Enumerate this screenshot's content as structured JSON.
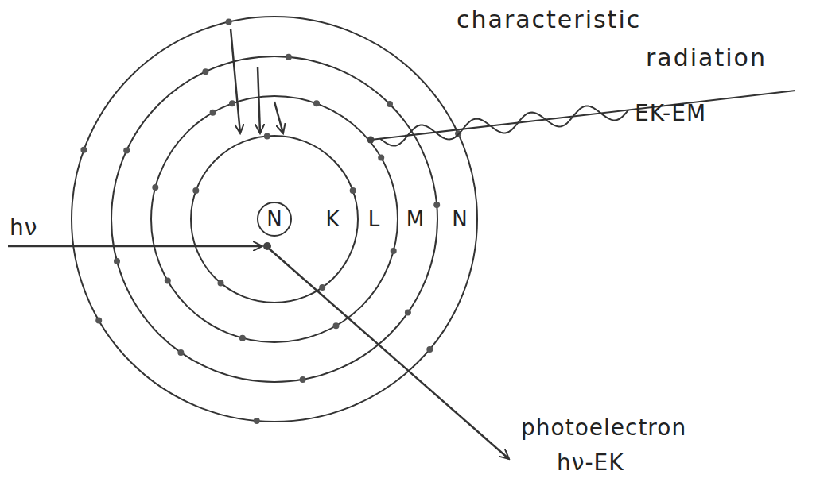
{
  "diagram": {
    "nodes": [
      {
        "text": [
          "N"
        ]
      }
    ],
    "labels": [
      "characteristic",
      "radiation",
      "EK-EM",
      "hν",
      "K",
      "L",
      "M",
      "N",
      "photoelectron",
      "hν-EK"
    ]
  }
}
